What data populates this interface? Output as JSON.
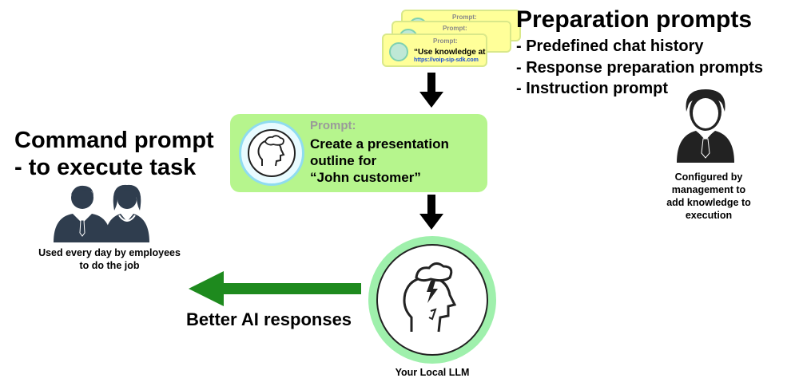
{
  "mini_cards": {
    "label": "Prompt:",
    "front_text": "“Use knowledge at",
    "front_link": "https://voip-sip-sdk.com"
  },
  "preparation": {
    "title": "Preparation prompts",
    "items": [
      "- Predefined chat history",
      "- Response preparation prompts",
      "- Instruction prompt"
    ]
  },
  "main_prompt": {
    "label": "Prompt:",
    "lines": [
      "Create a presentation",
      "outline for",
      "“John customer”"
    ]
  },
  "command": {
    "title_line1": "Command prompt",
    "title_line2": "- to execute task"
  },
  "employees_caption": {
    "line1": "Used every day by employees",
    "line2": "to do the job"
  },
  "manager_caption": {
    "line1": "Configured by",
    "line2": "management to",
    "line3": "add knowledge to",
    "line4": "execution"
  },
  "llm_caption": "Your Local LLM",
  "output_label": "Better AI responses",
  "colors": {
    "prompt_green": "#b6f58d",
    "card_yellow": "#ffff99",
    "ring_green": "#9ff0ac",
    "arrow_green": "#1e8a1e",
    "person_dark": "#2f3d4e"
  }
}
